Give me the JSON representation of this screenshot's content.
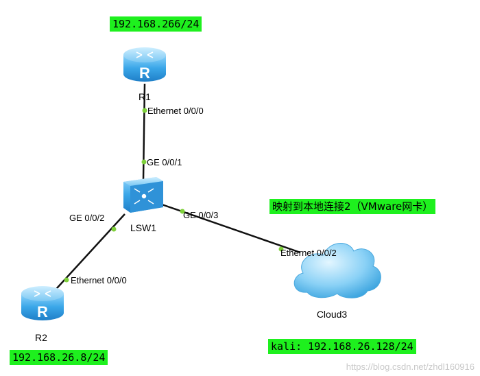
{
  "annotations": {
    "r1_ip": "192.168.266/24",
    "r2_ip": "192.168.26.8/24",
    "cloud_mapping": "映射到本地连接2（VMware网卡）",
    "kali_ip": "kali: 192.168.26.128/24"
  },
  "devices": {
    "r1": {
      "name": "R1",
      "icon": "router-icon"
    },
    "r2": {
      "name": "R2",
      "icon": "router-icon"
    },
    "lsw1": {
      "name": "LSW1",
      "icon": "switch-icon"
    },
    "cloud3": {
      "name": "Cloud3",
      "icon": "cloud-icon"
    }
  },
  "ports": {
    "r1_eth": "Ethernet 0/0/0",
    "lsw1_ge1": "GE 0/0/1",
    "lsw1_ge2": "GE 0/0/2",
    "lsw1_ge3": "GE 0/0/3",
    "r2_eth": "Ethernet 0/0/0",
    "cloud_eth": "Ethernet 0/0/2"
  },
  "colors": {
    "annotation_bg": "#1ef01e",
    "device_blue": "#3aa6e8",
    "port_dot": "#7fd13b",
    "link": "#111111"
  },
  "watermark": "https://blog.csdn.net/zhdl160916"
}
